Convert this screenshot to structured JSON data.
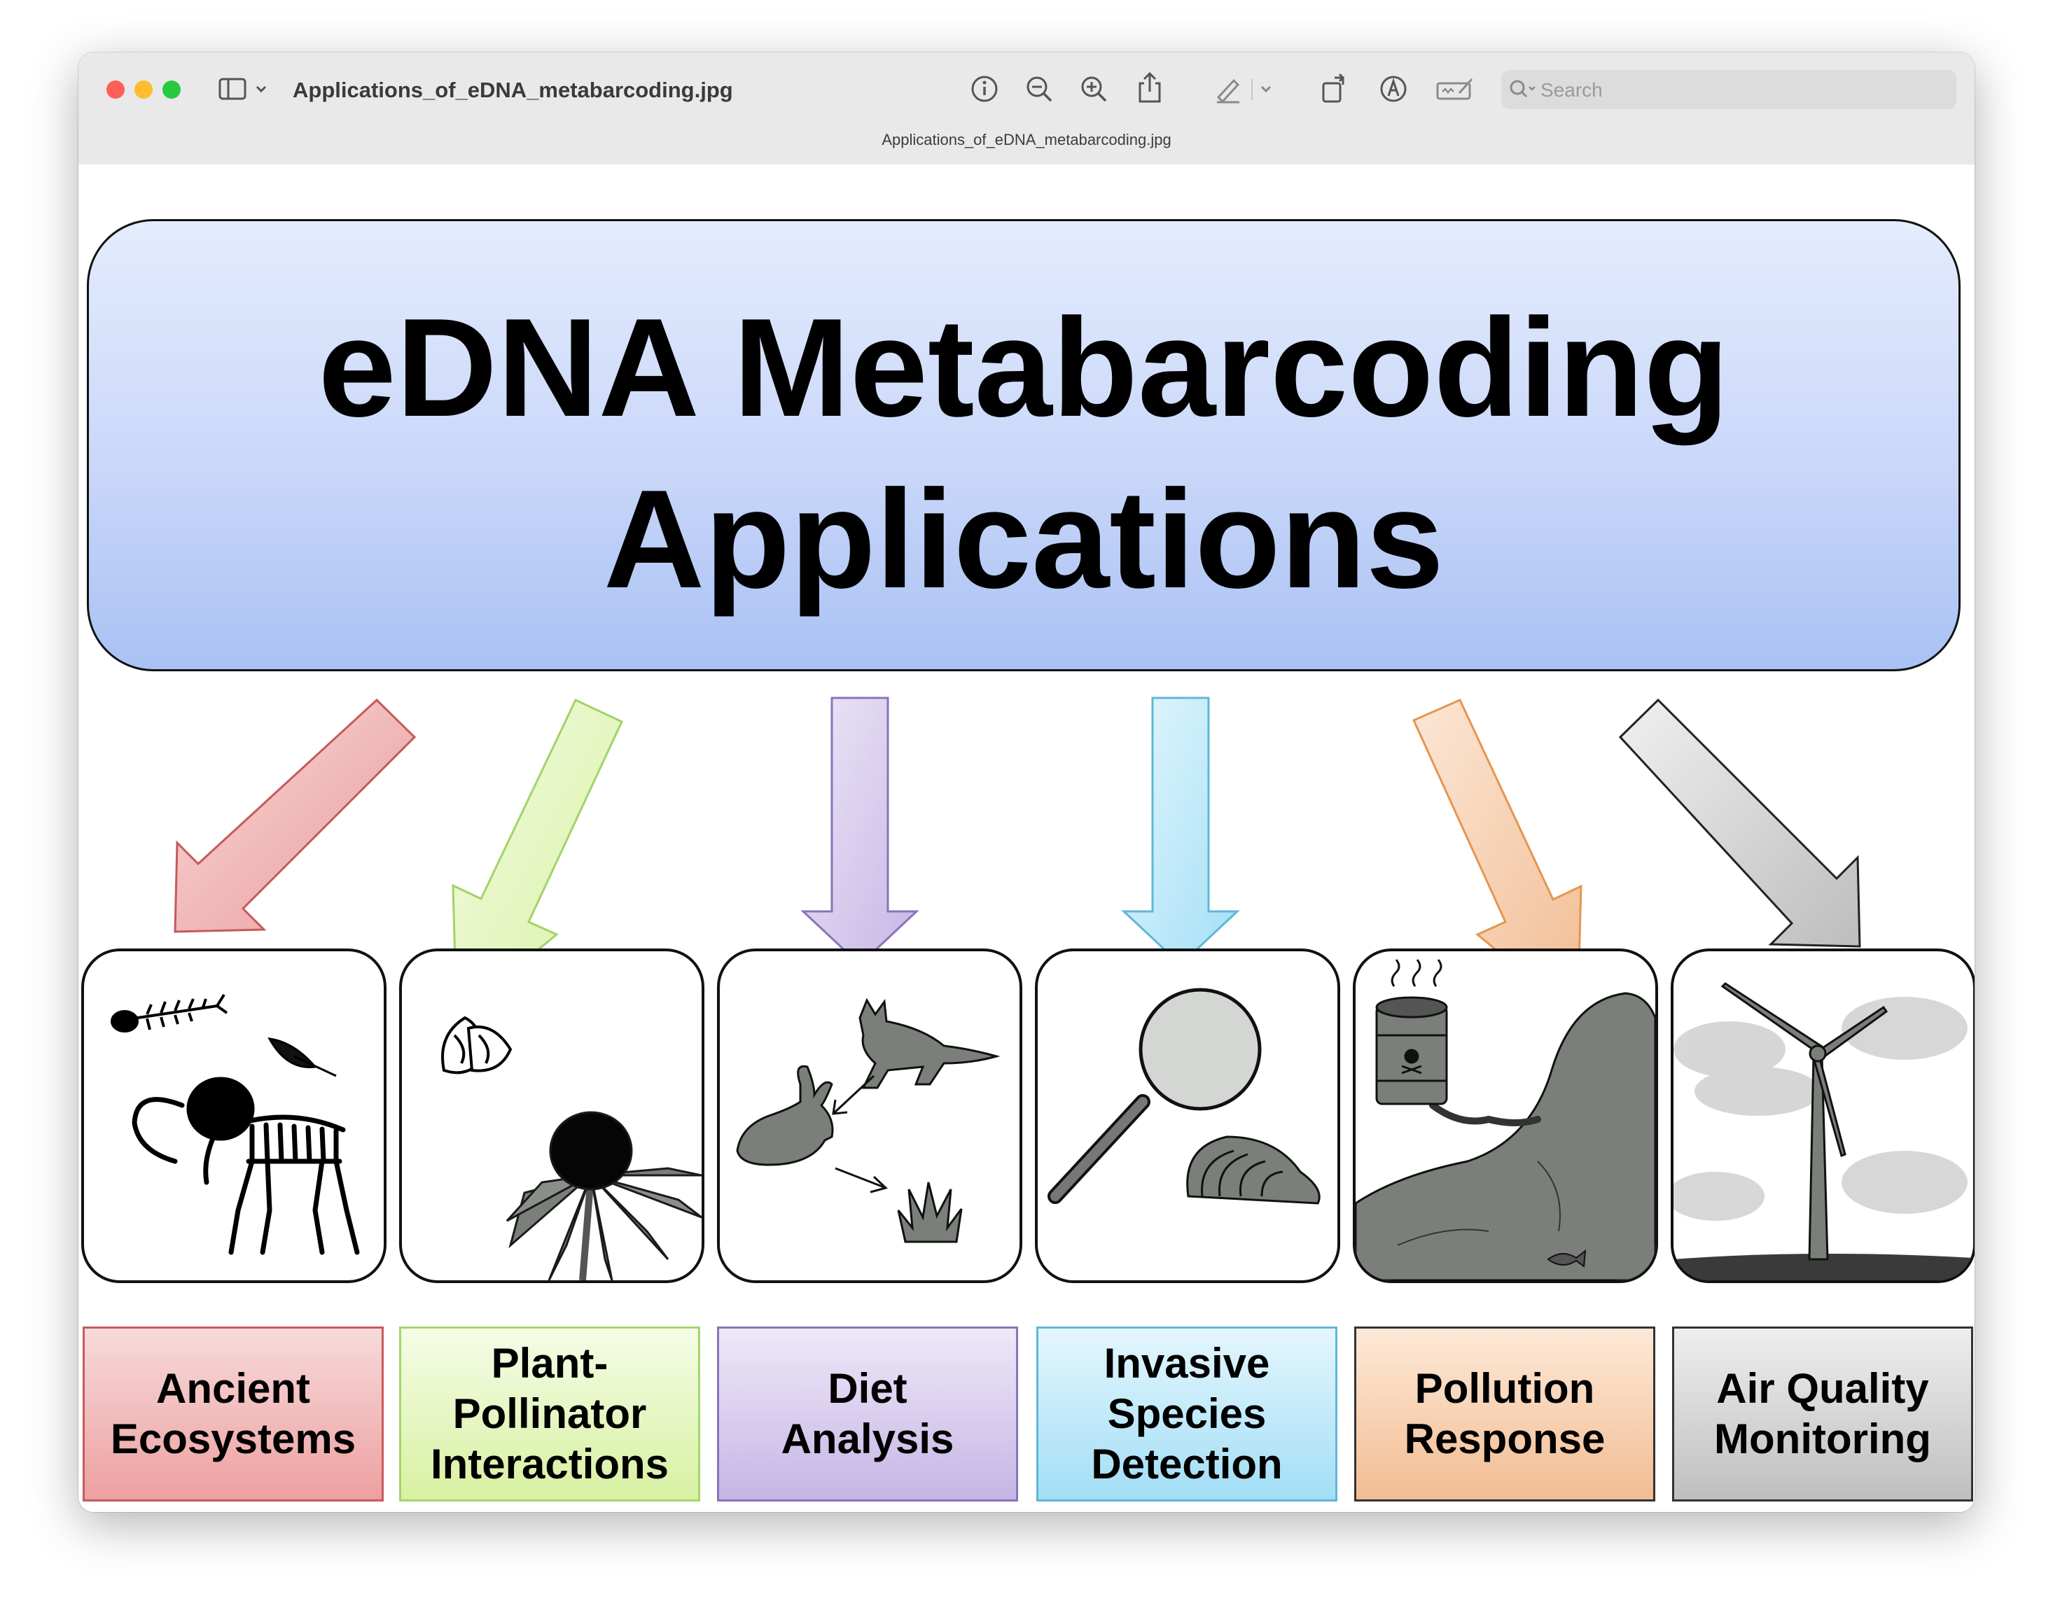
{
  "window": {
    "title": "Applications_of_eDNA_metabarcoding.jpg",
    "doc_title": "Applications_of_eDNA_metabarcoding.jpg",
    "search_placeholder": "Search",
    "traffic_light_colors": [
      "#ff5f57",
      "#febc2e",
      "#28c840"
    ],
    "toolbar_icons": [
      "sidebar-icon",
      "chevron-down-icon",
      "info-icon",
      "zoom-out-icon",
      "zoom-in-icon",
      "share-icon",
      "highlight-pen-icon",
      "chevron-down-icon",
      "rotate-icon",
      "markup-icon",
      "signature-icon",
      "search-icon"
    ]
  },
  "figure": {
    "title_line1": "eDNA Metabarcoding",
    "title_line2": "Applications",
    "header_colors": [
      "#e4ecfd",
      "#a9c1f4"
    ],
    "categories": [
      {
        "label": "Ancient\nEcosystems",
        "fill": [
          "#f6d8d8",
          "#eda3a3"
        ],
        "stroke": "#c85a5a",
        "icon": "mammoth-skeleton-icon"
      },
      {
        "label": "Plant-\nPollinator\nInteractions",
        "fill": [
          "#f3fbe2",
          "#dcf3a8"
        ],
        "stroke": "#a4d66a",
        "icon": "coneflower-butterfly-icon"
      },
      {
        "label": "Diet\nAnalysis",
        "fill": [
          "#ebe5f6",
          "#c9b8e6"
        ],
        "stroke": "#8a74b8",
        "icon": "fox-rabbit-plant-icon"
      },
      {
        "label": "Invasive\nSpecies\nDetection",
        "fill": [
          "#e1f5fd",
          "#a8e1f7"
        ],
        "stroke": "#5fb7d8",
        "icon": "magnifier-mussel-icon"
      },
      {
        "label": "Pollution\nResponse",
        "fill": [
          "#fbe6d4",
          "#f3c098"
        ],
        "stroke": "#e69550",
        "icon": "toxic-barrel-icon"
      },
      {
        "label": "Air Quality\nMonitoring",
        "fill": [
          "#ececec",
          "#c2c2c2"
        ],
        "stroke": "#555555",
        "icon": "wind-turbine-icon"
      }
    ]
  }
}
